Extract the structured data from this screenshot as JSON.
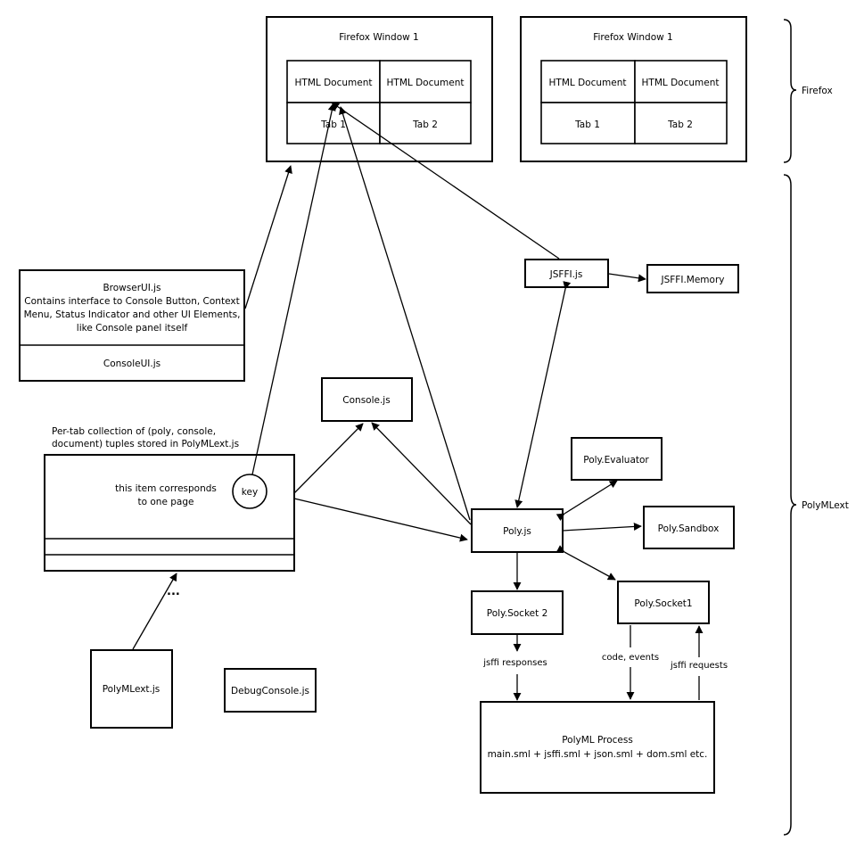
{
  "firefox": {
    "window1": {
      "title": "Firefox Window 1",
      "doc1": "HTML Document",
      "doc2": "HTML Document",
      "tab1": "Tab 1",
      "tab2": "Tab 2"
    },
    "window2": {
      "title": "Firefox Window 1",
      "doc1": "HTML Document",
      "doc2": "HTML Document",
      "tab1": "Tab 1",
      "tab2": "Tab 2"
    },
    "brace_label": "Firefox"
  },
  "polymlext_label": "PolyMLext",
  "browserui": {
    "line1": "BrowserUI.js",
    "line2": "Contains interface to Console Button, Context",
    "line3": "Menu, Status Indicator and other UI Elements,",
    "line4": "like Console panel itself",
    "consoleui": "ConsoleUI.js"
  },
  "jsffi": "JSFFI.js",
  "jsffi_memory": "JSFFI.Memory",
  "console_js": "Console.js",
  "collection": {
    "caption1": "Per-tab collection of (poly, console,",
    "caption2": "document) tuples stored in PolyMLext.js",
    "item1": "this item corresponds",
    "item2": "to one page",
    "key": "key",
    "ellipsis": "..."
  },
  "polyml_js": "PolyMLext.js",
  "debug_console": "DebugConsole.js",
  "poly_js": "Poly.js",
  "poly_evaluator": "Poly.Evaluator",
  "poly_sandbox": "Poly.Sandbox",
  "poly_socket2": "Poly.Socket 2",
  "poly_socket1": "Poly.Socket1",
  "labels": {
    "jsffi_responses": "jsffi responses",
    "code_events": "code, events",
    "jsffi_requests": "jsffi requests"
  },
  "process": {
    "title": "PolyML Process",
    "files": "main.sml + jsffi.sml + json.sml + dom.sml etc."
  }
}
